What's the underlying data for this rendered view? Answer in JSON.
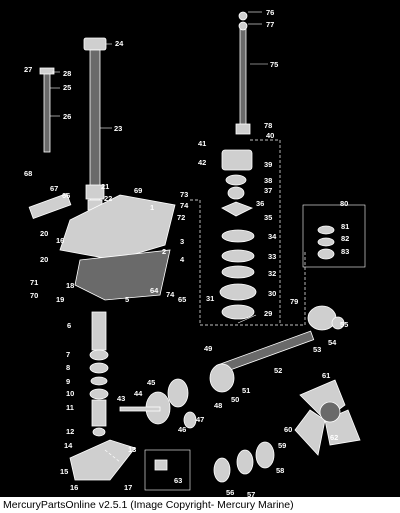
{
  "caption": "MercuryPartsOnline v2.5.1 (Image Copyright- Mercury Marine)",
  "diagram": {
    "background": "#000000",
    "line_color": "#ffffff",
    "part_numbers": [
      "76",
      "77",
      "75",
      "24",
      "27",
      "28",
      "25",
      "26",
      "23",
      "41",
      "78",
      "40",
      "42",
      "39",
      "38",
      "68",
      "67",
      "66",
      "21",
      "22",
      "69",
      "73",
      "74",
      "37",
      "36",
      "35",
      "34",
      "33",
      "32",
      "30",
      "31",
      "29",
      "1",
      "72",
      "20",
      "16",
      "20",
      "3",
      "2",
      "4",
      "18",
      "71",
      "70",
      "19",
      "64",
      "74",
      "65",
      "5",
      "79",
      "80",
      "81",
      "82",
      "83",
      "6",
      "7",
      "8",
      "9",
      "10",
      "11",
      "12",
      "14",
      "13",
      "15",
      "16",
      "17",
      "49",
      "45",
      "44",
      "43",
      "46",
      "47",
      "48",
      "50",
      "51",
      "52",
      "53",
      "54",
      "55",
      "61",
      "62",
      "60",
      "59",
      "58",
      "57",
      "56",
      "63"
    ]
  }
}
